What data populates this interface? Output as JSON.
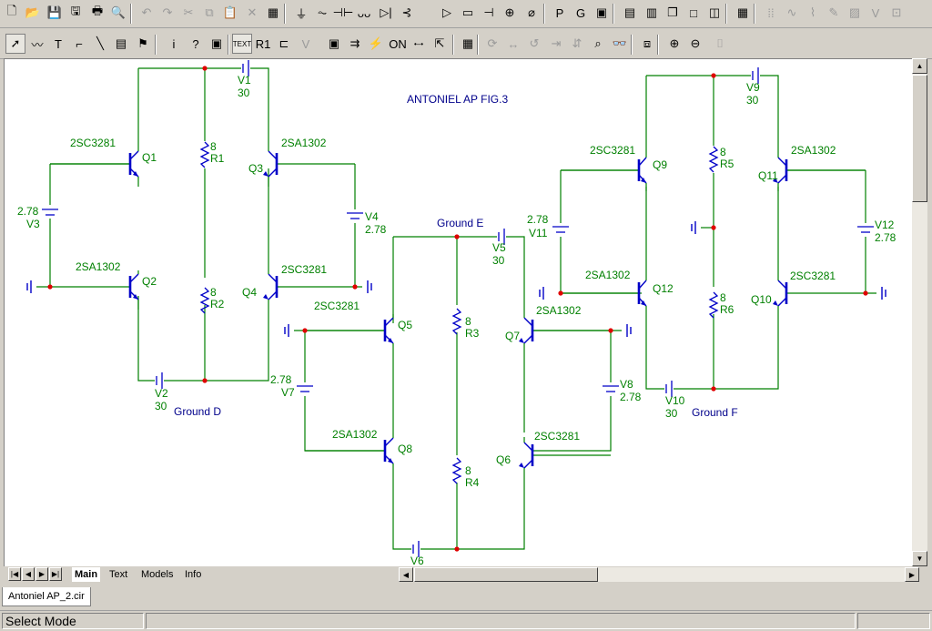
{
  "toolbar1": {
    "buttons": [
      {
        "name": "new-file-icon",
        "glyph": "🗋",
        "disabled": false
      },
      {
        "name": "open-file-icon",
        "glyph": "📂",
        "disabled": false
      },
      {
        "name": "save-icon",
        "glyph": "💾",
        "disabled": false
      },
      {
        "name": "save-all-icon",
        "glyph": "🖫",
        "disabled": false
      },
      {
        "name": "print-icon",
        "glyph": "🖶",
        "disabled": false
      },
      {
        "name": "print-preview-icon",
        "glyph": "🔍",
        "disabled": false
      },
      {
        "name": "undo-icon",
        "glyph": "↶",
        "disabled": true
      },
      {
        "name": "redo-icon",
        "glyph": "↷",
        "disabled": true
      },
      {
        "name": "cut-icon",
        "glyph": "✂",
        "disabled": true
      },
      {
        "name": "copy-icon",
        "glyph": "⧉",
        "disabled": true
      },
      {
        "name": "paste-icon",
        "glyph": "📋",
        "disabled": true
      },
      {
        "name": "delete-icon",
        "glyph": "✕",
        "disabled": true
      },
      {
        "name": "select-all-icon",
        "glyph": "▦",
        "disabled": false
      },
      {
        "name": "ground-component-icon",
        "glyph": "⏚",
        "disabled": false
      },
      {
        "name": "resistor-component-icon",
        "glyph": "⏦",
        "disabled": false
      },
      {
        "name": "capacitor-component-icon",
        "glyph": "⊣⊢",
        "disabled": false
      },
      {
        "name": "inductor-component-icon",
        "glyph": "ᴗᴗ",
        "disabled": false
      },
      {
        "name": "diode-component-icon",
        "glyph": "▷|",
        "disabled": false
      },
      {
        "name": "transistor-component-icon",
        "glyph": "⊰",
        "disabled": false
      },
      {
        "name": "opamp-component-icon",
        "glyph": "▷",
        "disabled": false
      },
      {
        "name": "subckt-component-icon",
        "glyph": "▭",
        "disabled": false
      },
      {
        "name": "battery-component-icon",
        "glyph": "⊣",
        "disabled": false
      },
      {
        "name": "source-component-icon",
        "glyph": "⊕",
        "disabled": false
      },
      {
        "name": "switch-component-icon",
        "glyph": "⌀",
        "disabled": false
      },
      {
        "name": "pin-p-icon",
        "glyph": "P",
        "disabled": false
      },
      {
        "name": "pin-g-icon",
        "glyph": "G",
        "disabled": false
      },
      {
        "name": "window-icon",
        "glyph": "▣",
        "disabled": false
      },
      {
        "name": "tile-horizontal-icon",
        "glyph": "▤",
        "disabled": false
      },
      {
        "name": "tile-vertical-icon",
        "glyph": "▥",
        "disabled": false
      },
      {
        "name": "cascade-icon",
        "glyph": "❐",
        "disabled": false
      },
      {
        "name": "maximize-icon",
        "glyph": "□",
        "disabled": false
      },
      {
        "name": "split-icon",
        "glyph": "◫",
        "disabled": false
      },
      {
        "name": "calculator-icon",
        "glyph": "▦",
        "disabled": false
      },
      {
        "name": "grid-icon",
        "glyph": "⁞⁞",
        "disabled": true
      },
      {
        "name": "waveform-icon",
        "glyph": "∿",
        "disabled": true
      },
      {
        "name": "probe-icon",
        "glyph": "⌇",
        "disabled": true
      },
      {
        "name": "pen-icon",
        "glyph": "✎",
        "disabled": true
      },
      {
        "name": "picture-icon",
        "glyph": "▨",
        "disabled": true
      },
      {
        "name": "voltage-icon",
        "glyph": "V",
        "disabled": true
      },
      {
        "name": "zoom-fit-icon",
        "glyph": "⊡",
        "disabled": true
      }
    ]
  },
  "toolbar2": {
    "buttons": [
      {
        "name": "select-mode-icon",
        "glyph": "➚",
        "disabled": false,
        "pressed": true
      },
      {
        "name": "wire-mode-icon",
        "glyph": "〰",
        "disabled": false
      },
      {
        "name": "text-mode-icon",
        "glyph": "T",
        "disabled": false
      },
      {
        "name": "orthogonal-wire-icon",
        "glyph": "⌐",
        "disabled": false
      },
      {
        "name": "diagonal-wire-icon",
        "glyph": "╲",
        "disabled": false
      },
      {
        "name": "graphics-icon",
        "glyph": "▤",
        "disabled": false
      },
      {
        "name": "flag-icon",
        "glyph": "⚑",
        "disabled": false
      },
      {
        "name": "info-icon",
        "glyph": "i",
        "disabled": false
      },
      {
        "name": "help-icon",
        "glyph": "?",
        "disabled": false
      },
      {
        "name": "component-info-icon",
        "glyph": "▣",
        "disabled": false
      },
      {
        "name": "text-toggle-icon",
        "glyph": "TEXT",
        "disabled": false,
        "pressed": true
      },
      {
        "name": "attribute-text-icon",
        "glyph": "R1",
        "disabled": false
      },
      {
        "name": "pin-names-icon",
        "glyph": "⊏",
        "disabled": false
      },
      {
        "name": "pin-numbers-icon",
        "glyph": "V",
        "disabled": true
      },
      {
        "name": "node-numbers-icon",
        "glyph": "▣",
        "disabled": false
      },
      {
        "name": "current-flow-icon",
        "glyph": "⇉",
        "disabled": false
      },
      {
        "name": "power-flow-icon",
        "glyph": "⚡",
        "disabled": false
      },
      {
        "name": "states-icon",
        "glyph": "ON",
        "disabled": false
      },
      {
        "name": "node-voltage-icon",
        "glyph": "•–•",
        "disabled": false
      },
      {
        "name": "pointer-icon",
        "glyph": "⇱",
        "disabled": false
      },
      {
        "name": "properties-icon",
        "glyph": "▦",
        "disabled": false
      },
      {
        "name": "rotate-icon",
        "glyph": "⟳",
        "disabled": true
      },
      {
        "name": "mirror-icon",
        "glyph": "↔",
        "disabled": true
      },
      {
        "name": "flip-icon",
        "glyph": "↺",
        "disabled": true
      },
      {
        "name": "step-icon",
        "glyph": "⇥",
        "disabled": true
      },
      {
        "name": "align-icon",
        "glyph": "⇵",
        "disabled": true
      },
      {
        "name": "find-icon",
        "glyph": "⌕",
        "disabled": false
      },
      {
        "name": "binoculars-icon",
        "glyph": "👓",
        "disabled": false
      },
      {
        "name": "page-scroll-icon",
        "glyph": "⧈",
        "disabled": false
      },
      {
        "name": "zoom-in-icon",
        "glyph": "⊕",
        "disabled": false
      },
      {
        "name": "zoom-out-icon",
        "glyph": "⊖",
        "disabled": false
      },
      {
        "name": "camera-icon",
        "glyph": "⌷",
        "disabled": true
      }
    ]
  },
  "schematic": {
    "title": "ANTONIEL AP FIG.3",
    "ground_labels": [
      "Ground D",
      "Ground E",
      "Ground F"
    ],
    "transistors": [
      {
        "ref": "Q1",
        "model": "2SC3281"
      },
      {
        "ref": "Q2",
        "model": "2SA1302"
      },
      {
        "ref": "Q3",
        "model": "2SA1302"
      },
      {
        "ref": "Q4",
        "model": "2SC3281"
      },
      {
        "ref": "Q5",
        "model": "2SC3281"
      },
      {
        "ref": "Q6",
        "model": "2SC3281"
      },
      {
        "ref": "Q7",
        "model": "2SA1302"
      },
      {
        "ref": "Q8",
        "model": "2SA1302"
      },
      {
        "ref": "Q9",
        "model": "2SC3281"
      },
      {
        "ref": "Q10",
        "model": "2SC3281"
      },
      {
        "ref": "Q11",
        "model": "2SA1302"
      },
      {
        "ref": "Q12",
        "model": "2SA1302"
      }
    ],
    "resistors": [
      {
        "ref": "R1",
        "value": "8"
      },
      {
        "ref": "R2",
        "value": "8"
      },
      {
        "ref": "R3",
        "value": "8"
      },
      {
        "ref": "R4",
        "value": "8"
      },
      {
        "ref": "R5",
        "value": "8"
      },
      {
        "ref": "R6",
        "value": "8"
      }
    ],
    "sources": [
      {
        "ref": "V1",
        "value": "30"
      },
      {
        "ref": "V2",
        "value": "30"
      },
      {
        "ref": "V3",
        "value": "2.78"
      },
      {
        "ref": "V4",
        "value": "2.78"
      },
      {
        "ref": "V5",
        "value": "30"
      },
      {
        "ref": "V6",
        "value": ""
      },
      {
        "ref": "V7",
        "value": "2.78"
      },
      {
        "ref": "V8",
        "value": "2.78"
      },
      {
        "ref": "V9",
        "value": "30"
      },
      {
        "ref": "V10",
        "value": "30"
      },
      {
        "ref": "V11",
        "value": "2.78"
      },
      {
        "ref": "V12",
        "value": "2.78"
      }
    ],
    "colors": {
      "wire": "#008000",
      "label": "#008000",
      "ref": "#00008b",
      "node": "#e00000",
      "part": "#0000c8"
    }
  },
  "tabs": [
    "Main",
    "Text",
    "Models",
    "Info"
  ],
  "active_tab": "Main",
  "document_tab": "Antoniel AP_2.cir",
  "status": {
    "mode": "Select Mode"
  }
}
